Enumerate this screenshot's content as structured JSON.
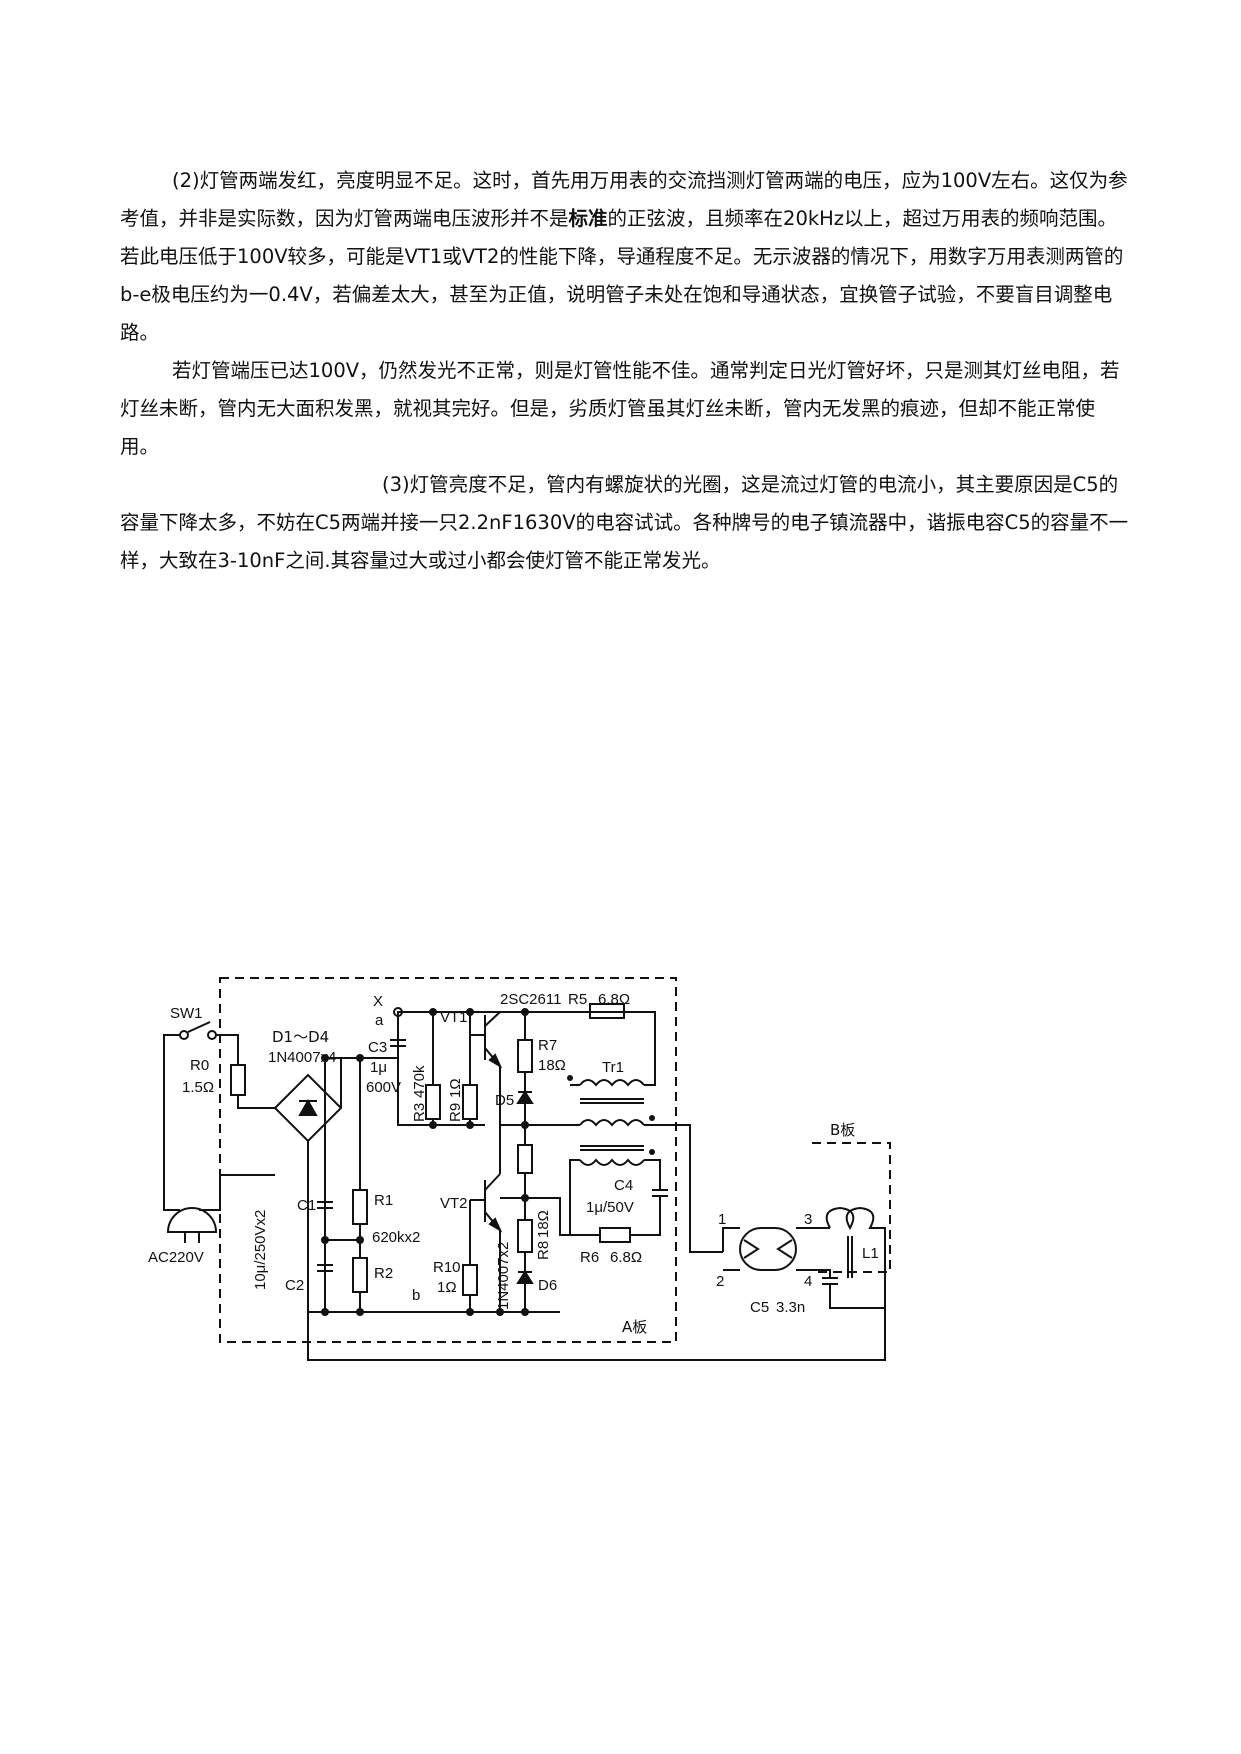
{
  "paragraphs": {
    "p1": "(2)灯管两端发红，亮度明显不足。这时，首先用万用表的交流挡测灯管两端的电压，应为100V左右。这仅为参考值，并非是实际数，因为灯管两端电压波形并不是标准的正弦波，且频率在20kHz以上，超过万用表的频响范围。若此电压低于100V较多，可能是VT1或VT2的性能下降，导通程度不足。无示波器的情况下，用数字万用表测两管的b-e极电压约为一0.4V，若偏差太大，甚至为正值，说明管子未处在饱和导通状态，宜换管子试验，不要盲目调整电路。",
    "p2": "若灯管端压已达100V，仍然发光不正常，则是灯管性能不佳。通常判定日光灯管好坏，只是测其灯丝电阻，若灯丝未断，管内无大面积发黑，就视其完好。但是，劣质灯管虽其灯丝未断，管内无发黑的痕迹，但却不能正常使用。",
    "p3": "(3)灯管亮度不足，管内有螺旋状的光圈，这是流过灯管的电流小，其主要原因是C5的容量下降太多，不妨在C5两端并接一只2.2nF1630V的电容试试。各种牌号的电子镇流器中，谐振电容C5的容量不一样，大致在3-10nF之间.其容量过大或过小都会使灯管不能正常发光。"
  },
  "circuit": {
    "sw1": "SW1",
    "r0": "R0",
    "r0_val": "1.5Ω",
    "d1d4": "D1～D4",
    "d1d4_val": "1N4007x4",
    "ac": "AC220V",
    "x": "X",
    "a": "a",
    "c3": "C3",
    "c3_v1": "1μ",
    "c3_v2": "600V",
    "r3": "R3",
    "r3_val": "470k",
    "r9": "R9",
    "r9_val": "1Ω",
    "vt1": "VT1",
    "tr_type": "2SC2611",
    "r5": "R5",
    "r5_val": "6.8Ω",
    "r7": "R7",
    "r7_val": "18Ω",
    "d5": "D5",
    "tr1": "Tr1",
    "c1": "C1",
    "c2": "C2",
    "c12_val": "10μ/250Vx2",
    "r1": "R1",
    "r12_val": "620kx2",
    "r2": "R2",
    "b": "b",
    "vt2": "VT2",
    "r10": "R10",
    "r10_val": "1Ω",
    "d6_type": "1N4007x2",
    "r8": "R8",
    "r8_val": "18Ω",
    "d6": "D6",
    "c4": "C4",
    "c4_val": "1μ/50V",
    "r6": "R6",
    "r6_val": "6.8Ω",
    "board_a": "A板",
    "board_b": "B板",
    "n1": "1",
    "n2": "2",
    "n3": "3",
    "n4": "4",
    "l1": "L1",
    "c5": "C5",
    "c5_val": "3.3n"
  }
}
